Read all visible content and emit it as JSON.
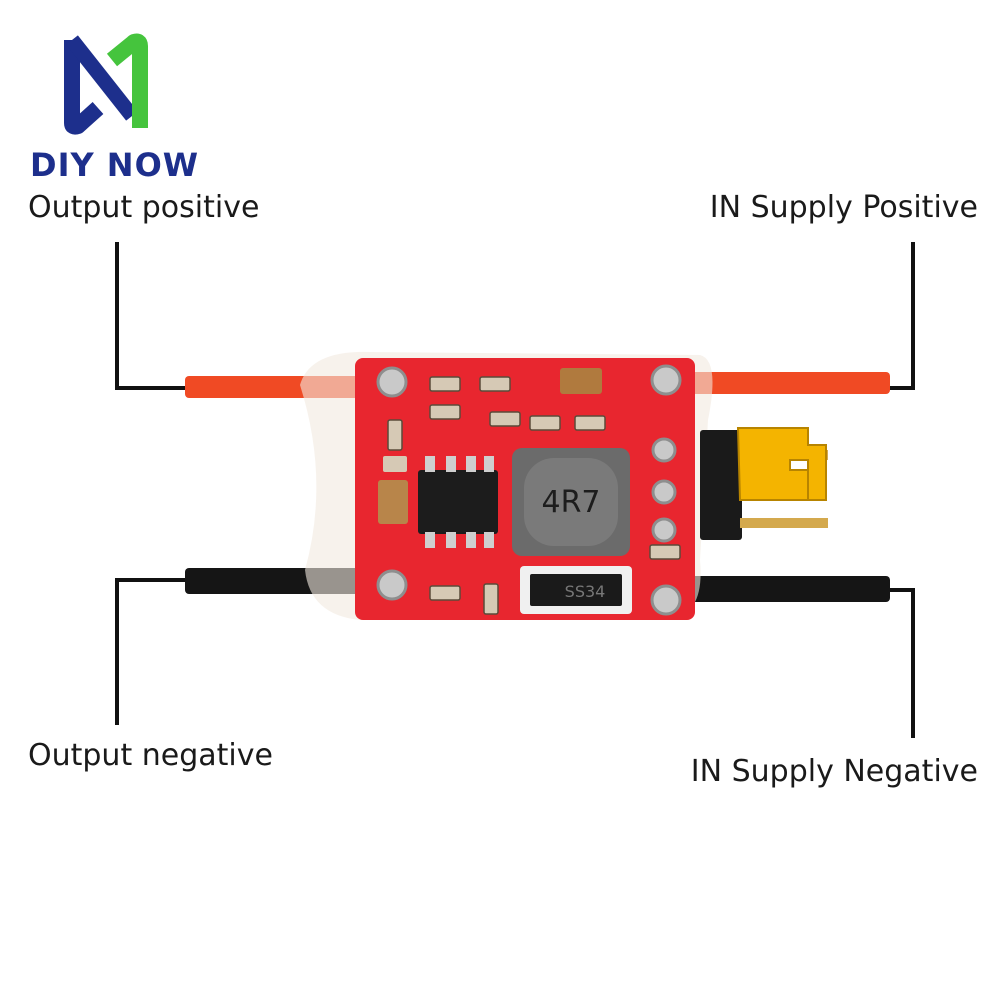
{
  "brand": {
    "name": "DIY NOW"
  },
  "labels": {
    "output_positive": "Output positive",
    "input_positive": "IN Supply Positive",
    "output_negative": "Output negative",
    "input_negative": "IN Supply Negative"
  },
  "board": {
    "inductor_marking": "4R7",
    "diode_marking": "SS34",
    "colors": {
      "pcb": "#e8262f",
      "red_wire": "#f04a24",
      "black_wire": "#151515",
      "jumper": "#f4b400",
      "inductor": "#6b6b6b"
    }
  }
}
